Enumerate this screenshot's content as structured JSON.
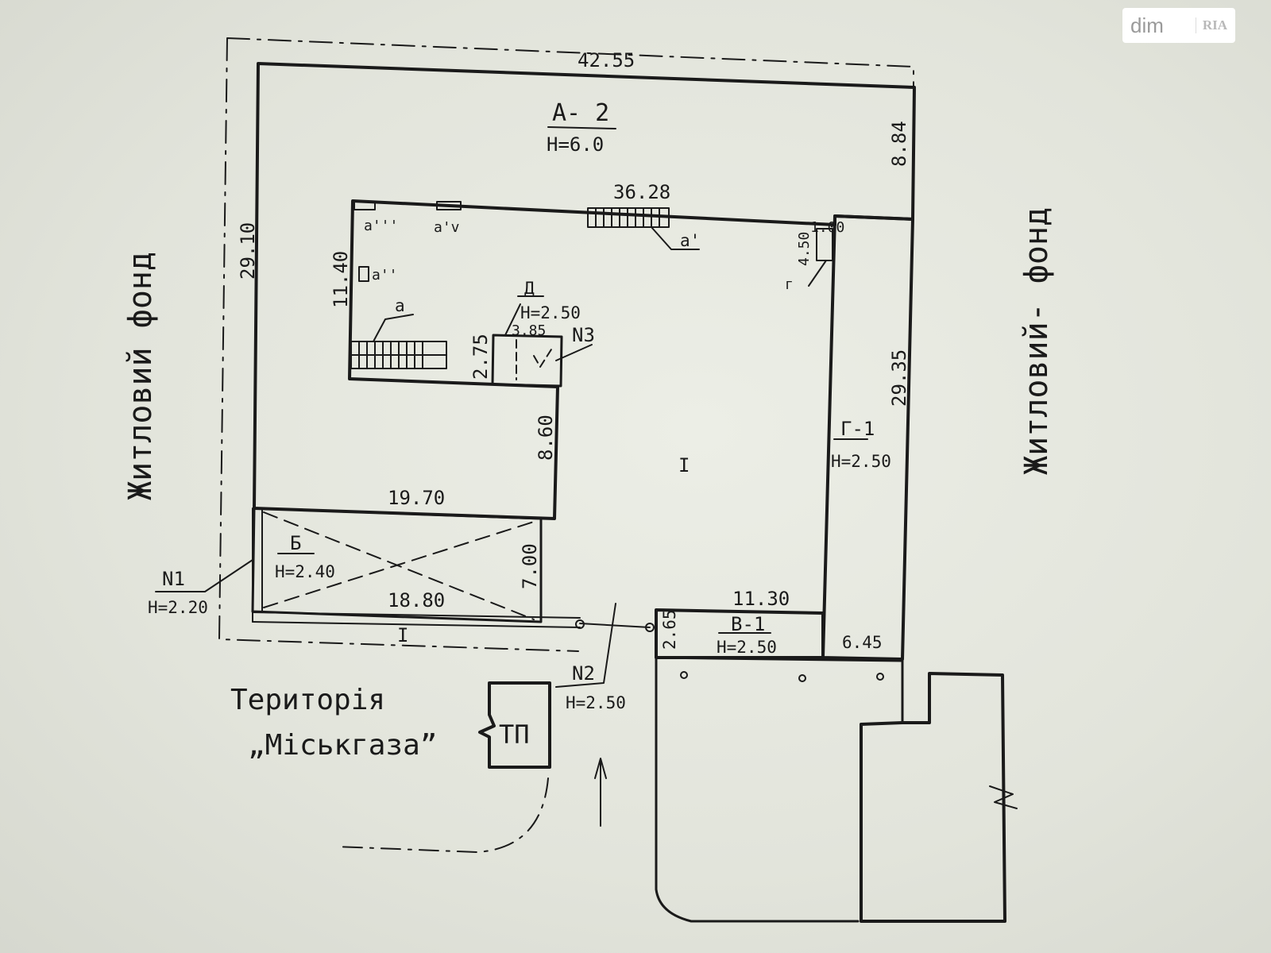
{
  "watermark": {
    "logo_text": "dim",
    "logo_mark": "RIA"
  },
  "plan": {
    "building_a": {
      "label": "А- 2",
      "height": "Н=6.0"
    },
    "building_b": {
      "label": "Б",
      "height": "Н=2.40"
    },
    "building_v": {
      "label": "В-1",
      "height": "Н=2.50"
    },
    "building_g": {
      "label": "Г-1",
      "height": "Н=2.50"
    },
    "building_d": {
      "label": "Д",
      "height": "Н=2.50"
    },
    "yard_label": "I",
    "bottom_label": "I",
    "fence_1": {
      "label": "N1",
      "height": "Н=2.20"
    },
    "fence_2": {
      "label": "N2",
      "height": "Н=2.50"
    },
    "fence_3": {
      "label": "N3"
    },
    "stairs": {
      "a": "а",
      "a1": "а'",
      "a2": "а''",
      "a3": "а'''",
      "a4": "а'v",
      "g": "г"
    },
    "dimensions": {
      "d_42_55": "42.55",
      "d_36_28": "36.28",
      "d_8_84": "8.84",
      "d_29_10": "29.10",
      "d_11_40": "11.40",
      "d_2_75": "2.75",
      "d_3_85": "3.85",
      "d_8_60": "8.60",
      "d_19_70": "19.70",
      "d_7_00": "7.00",
      "d_18_80": "18.80",
      "d_11_30": "11.30",
      "d_2_65": "2.65",
      "d_6_45": "6.45",
      "d_29_35": "29.35",
      "d_4_50": "4.50",
      "d_1_00": "1.00"
    },
    "side_left": "Житловий фонд",
    "side_right": "Житловий- фонд",
    "territory_line1": "Територія",
    "territory_line2": "„Міськгаза”",
    "transformer": "ТП"
  }
}
